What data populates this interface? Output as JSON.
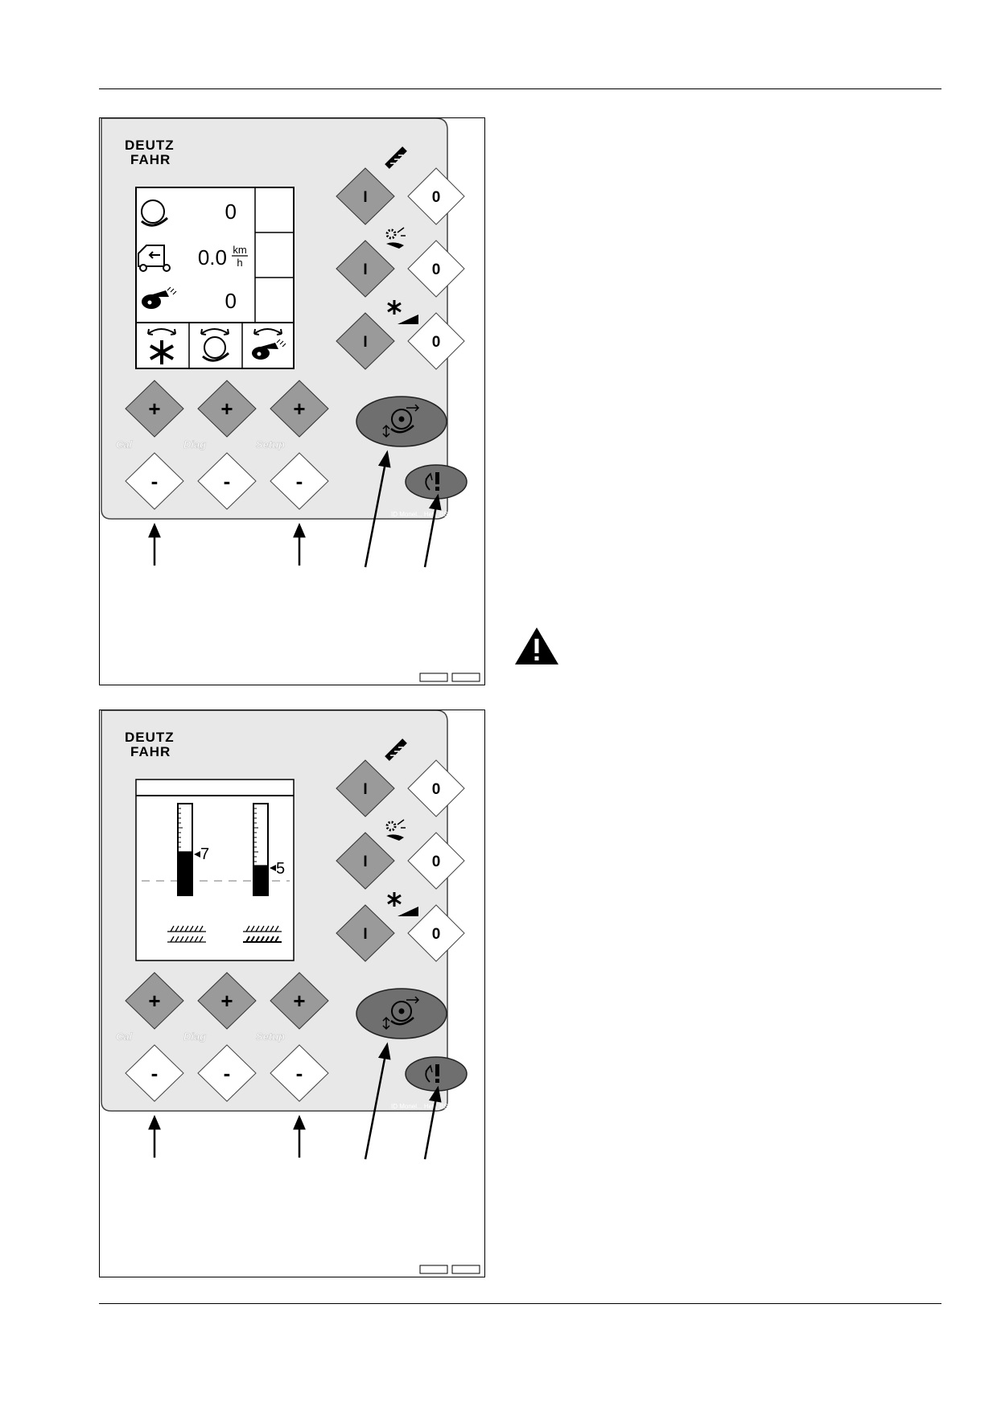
{
  "brand": {
    "line1": "DEUTZ",
    "line2": "FAHR"
  },
  "keys": {
    "on": "I",
    "off": "0",
    "plus": "+",
    "minus": "-",
    "cal": "Cal",
    "diag": "Diag",
    "setup": "Setup",
    "footnote": "ID Monel... Heft_BS"
  },
  "figure1": {
    "rows": [
      {
        "icon": "bale-chamber-icon",
        "value": "0",
        "unit_top": "",
        "unit_bottom": ""
      },
      {
        "icon": "baler-speed-icon",
        "value": "0.0",
        "unit_top": "km",
        "unit_bottom": "h"
      },
      {
        "icon": "net-wrap-icon",
        "value": "0",
        "unit_top": "",
        "unit_bottom": ""
      }
    ],
    "softkeys": [
      "knife-reset-icon",
      "bale-chamber-reset-icon",
      "net-wrap-reset-icon"
    ]
  },
  "figure2": {
    "left_gauge": {
      "label": "7",
      "fill_fraction": 0.48
    },
    "right_gauge": {
      "label": "5",
      "fill_fraction": 0.33
    }
  },
  "colors": {
    "panel": "#e8e8e8",
    "key_dark": "#9a9a9a",
    "oval": "#6f6f6f",
    "ink": "#000000"
  }
}
